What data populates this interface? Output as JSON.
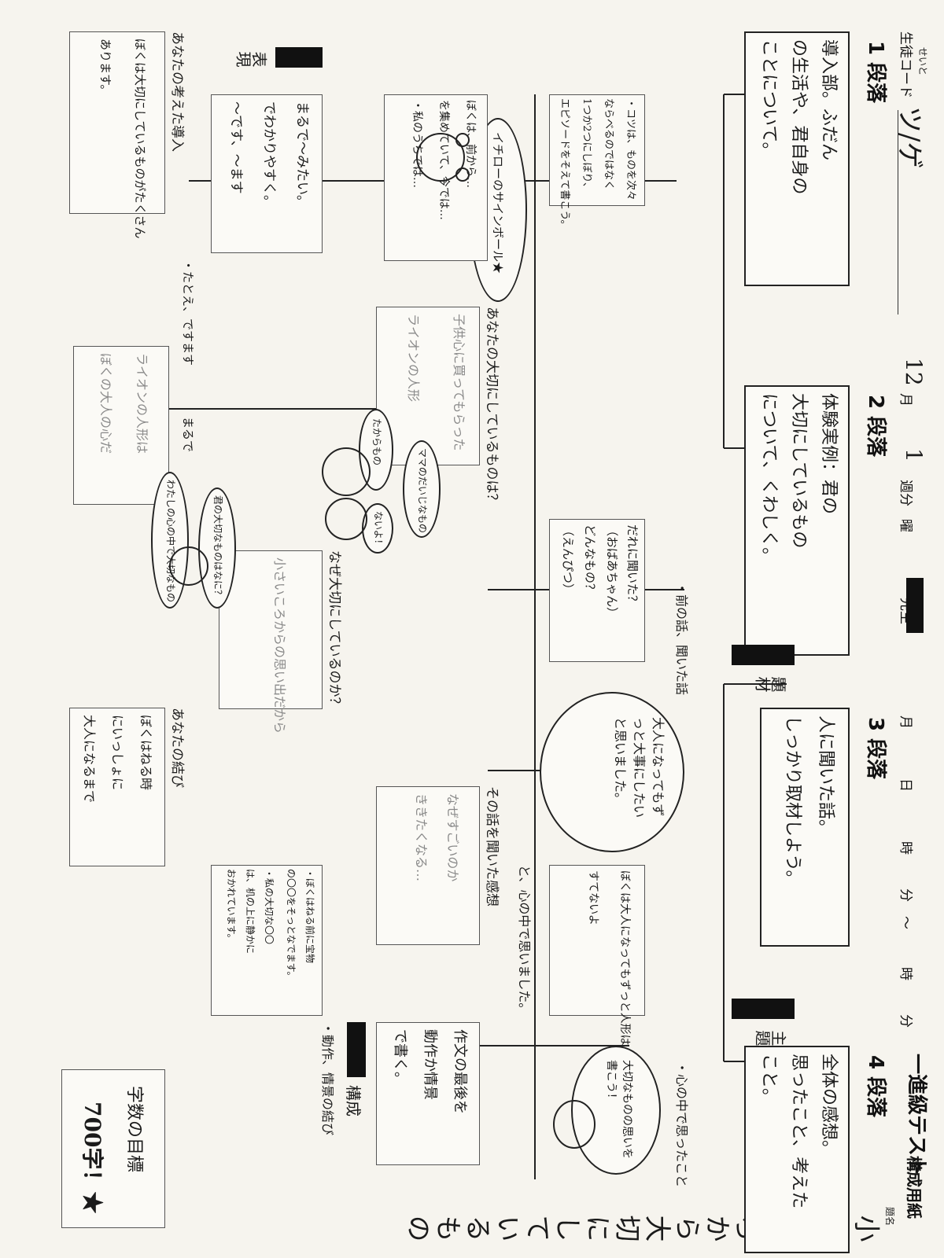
{
  "header": {
    "code_label": "生徒コード",
    "code_reading": "せいと",
    "code_value": "ツ/ゲ",
    "month_value": "12",
    "month_label": "月",
    "week_value": "1",
    "week_label": "週分",
    "teacher_label": "先生",
    "month2_label": "月",
    "day_label": "日",
    "weekday_label": "曜",
    "time_hour_label": "時",
    "time_min_label": "分",
    "time_sep": "〜",
    "time_hour2_label": "時",
    "time_min2_label": "分",
    "test_title": "一進級テスト",
    "test_subtitle": "構成用紙",
    "title_label": "題名",
    "essay_title": "小さいころから大切にしているもの"
  },
  "paragraphs": [
    {
      "heading": "1 段落",
      "lines": [
        "導入部。ふだん",
        "の生活や、君自身の",
        "ことについて。"
      ]
    },
    {
      "heading": "2 段落",
      "lines": [
        "体験実例：君の",
        "大切にしているもの",
        "について、くわしく。"
      ]
    },
    {
      "heading": "3 段落",
      "lines": [
        "人に聞いた話。",
        "しっかり取材しよう。"
      ]
    },
    {
      "heading": "4 段落",
      "lines": [
        "全体の感想。",
        "思ったこと、考えた",
        "こと。"
      ]
    }
  ],
  "kada": {
    "kadai1": "題材",
    "kadai2": "主題",
    "kadai3": "表現",
    "kadai4": "構成"
  },
  "notes": {
    "tips": [
      "・コツは、ものを次々",
      "ならべるのではなく",
      "1つか2つにしぼり、",
      "エピソードをそえて書こう。"
    ],
    "hint_bubble": "イチローのサインボール★",
    "story_heard": "・前の話、聞いた話",
    "who_box": [
      "だれに聞いた？",
      "（おばあちゃん）",
      "どんなもの？",
      "（えんぴつ）"
    ],
    "feeling_bubble": [
      "大人になってもずっと大事にしたいと思いました。"
    ],
    "heart_note": "・心の中で思ったこと",
    "heart_box": [
      "ぼくは大人になってもずっと人形は",
      "すてないよ"
    ],
    "heart_after": "と、心の中で思いました。",
    "summary_box": [
      "作文の最後を",
      "動作か情景",
      "で書く。"
    ],
    "action_note": "・動作、情景の結び",
    "express_box": [
      "まるで〜みたい。",
      "でわかりやすく。",
      "〜です、〜ます"
    ],
    "example_note": "・たとえ、ですます",
    "example_title": "まるで",
    "example_box": [
      "ライオンの人形は",
      "ぼくの大人の心だ"
    ]
  },
  "rows": {
    "your_treasure_label": "あなたの大切にしているものは？",
    "your_treasure_box": [
      "子供心に買ってもらった",
      "ライオンの人形"
    ],
    "why_label": "なぜ大切にしているのか？",
    "why_box": [
      "小さいころからの思い出だから"
    ],
    "story_label": "その話を聞いた感想",
    "story_box": [
      "なぜすごいのか",
      "ききたくなる…"
    ],
    "intro_label": "あなたの考えた導入",
    "intro_box": [
      "ぼくは大切にしているものがたくさん",
      "あります。"
    ],
    "ending_label": "あなたの結び",
    "ending_box": [
      "ぼくはねる時",
      "にいっしょに",
      "大人になるまで"
    ],
    "left_mid_box": [
      "ぼくは、前から…",
      "を集めていて、今では…",
      "・私のうちでは…"
    ],
    "end_box": [
      "・ぼくはねる前に宝物",
      "の〇〇をそっとなでます。",
      "・私の大切な〇〇",
      "は、机の上に静かに",
      "おかれています。"
    ],
    "goal_label": "字数の目標",
    "goal_value": "700字！★"
  },
  "doodles": {
    "bear_say": "ママのだいじなもの",
    "bear_say2": "ないよ！",
    "bear_say3": "たからもの",
    "cat_say": "大切なものの思いを書こう！",
    "girl_say": "君の大切なものはなに？",
    "girl_say2": "わたしの心の中で大切なもの"
  }
}
